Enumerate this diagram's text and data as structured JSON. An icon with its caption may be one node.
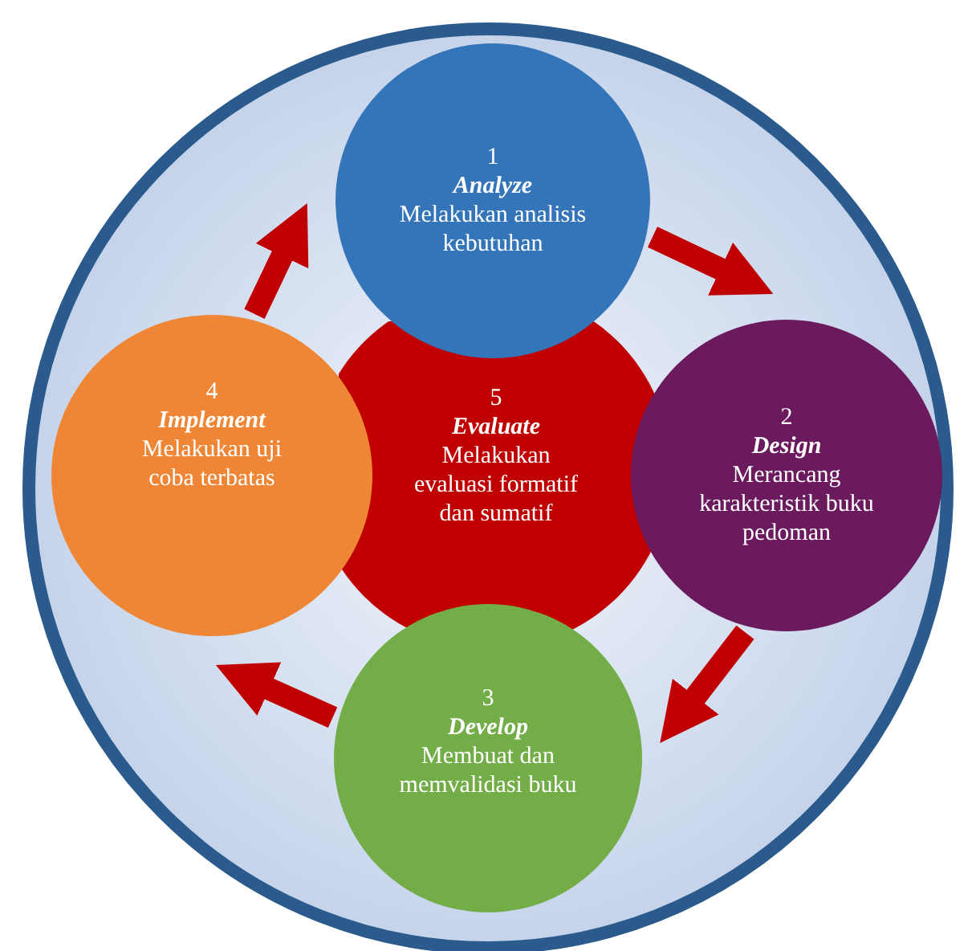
{
  "diagram": {
    "nodes": [
      {
        "text": [
          "1",
          "Analyze",
          "Melakukan analisis kebutuhan"
        ]
      },
      {
        "text": [
          "2",
          "Design",
          "Merancang karakteristik buku pedoman"
        ]
      },
      {
        "text": [
          "3",
          "Develop",
          "Membuat dan memvalidasi buku"
        ]
      },
      {
        "text": [
          "4",
          "Implement",
          "Melakukan uji coba terbatas"
        ]
      },
      {
        "text": [
          "5",
          "Evaluate",
          "Melakukan evaluasi formatif dan sumatif"
        ]
      }
    ],
    "edges": [
      {
        "from": 0,
        "to": 1,
        "arrow": "to"
      },
      {
        "from": 1,
        "to": 2,
        "arrow": "to"
      },
      {
        "from": 2,
        "to": 3,
        "arrow": "to"
      },
      {
        "from": 3,
        "to": 0,
        "arrow": "to"
      }
    ]
  }
}
